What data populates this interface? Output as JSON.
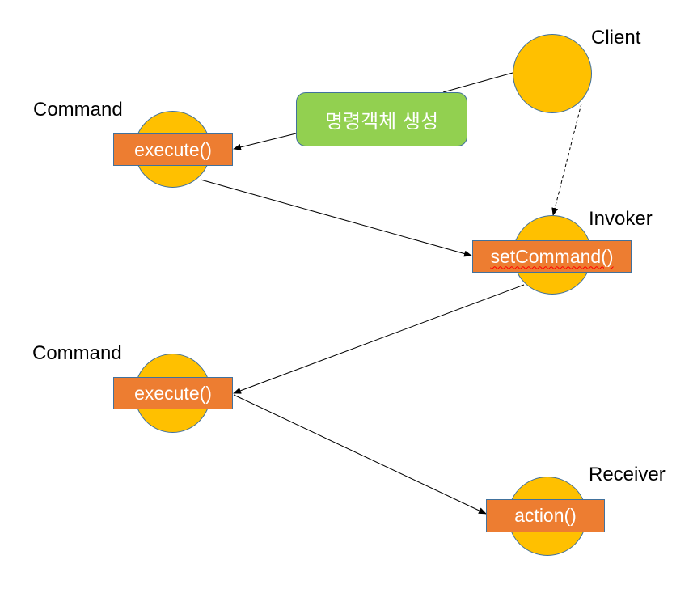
{
  "diagram": {
    "nodes": {
      "client": {
        "label": "Client"
      },
      "command_top": {
        "label": "Command",
        "method": "execute()"
      },
      "invoker": {
        "label": "Invoker",
        "method": "setCommand()"
      },
      "command_bottom": {
        "label": "Command",
        "method": "execute()"
      },
      "receiver": {
        "label": "Receiver",
        "method": "action()"
      }
    },
    "callout": {
      "text": "명령객체 생성"
    },
    "colors": {
      "circle_fill": "#FFC000",
      "method_box_fill": "#ED7D31",
      "callout_fill": "#92D050",
      "outline": "#41719C"
    }
  }
}
